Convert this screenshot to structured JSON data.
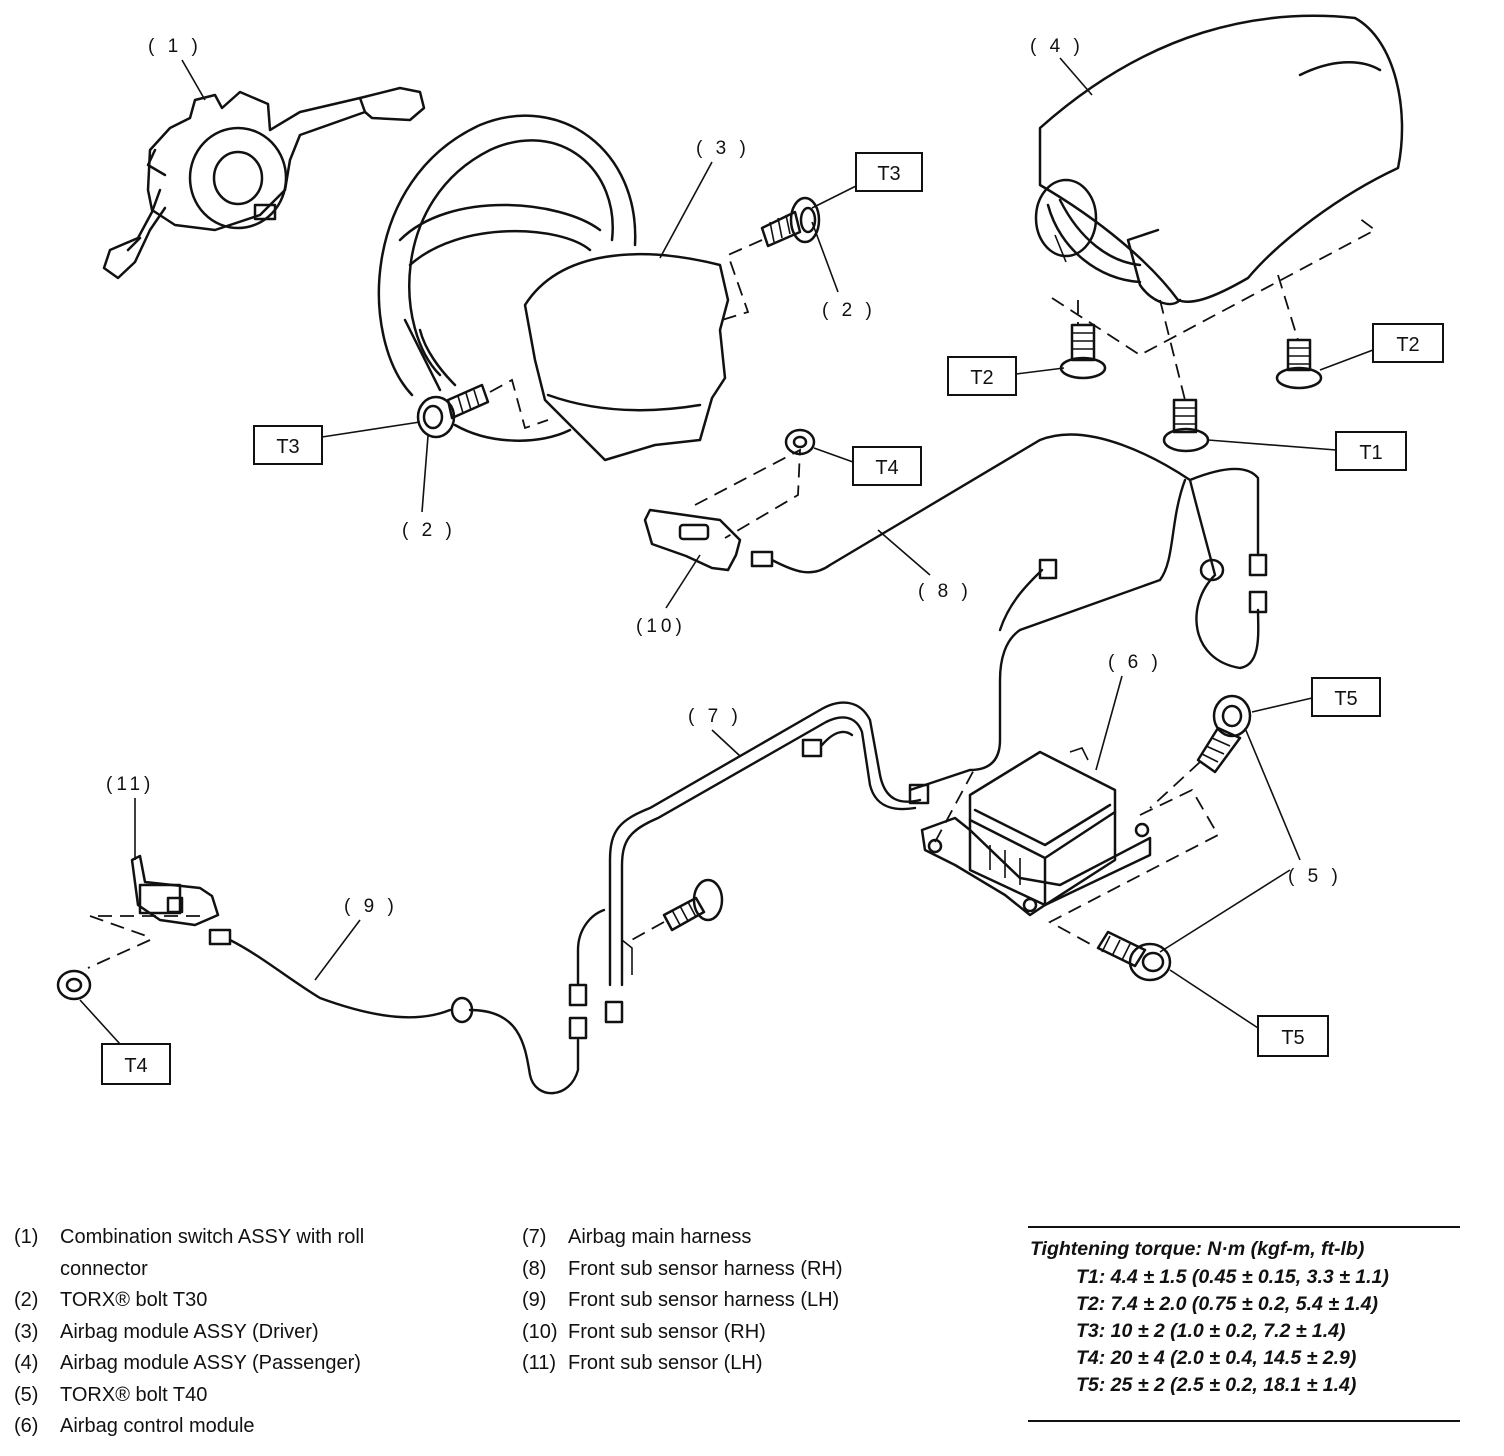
{
  "callouts": {
    "p1": "( 1 )",
    "p2a": "( 2 )",
    "p2b": "( 2 )",
    "p3": "( 3 )",
    "p4": "( 4 )",
    "p5": "( 5 )",
    "p6": "( 6 )",
    "p7": "( 7 )",
    "p8": "( 8 )",
    "p9": "( 9 )",
    "p10": "(10)",
    "p11": "(11)"
  },
  "torque_tags": {
    "t3_top": "T3",
    "t3_left": "T3",
    "t4_mid": "T4",
    "t4_left": "T4",
    "t2_left": "T2",
    "t2_right": "T2",
    "t1": "T1",
    "t5_top": "T5",
    "t5_bottom": "T5"
  },
  "legend": [
    {
      "num": "(1)",
      "line1": "Combination switch ASSY with roll",
      "line2": "connector"
    },
    {
      "num": "(2)",
      "line1": "TORX® bolt T30"
    },
    {
      "num": "(3)",
      "line1": "Airbag module ASSY (Driver)"
    },
    {
      "num": "(4)",
      "line1": "Airbag module ASSY (Passenger)"
    },
    {
      "num": "(5)",
      "line1": "TORX® bolt T40"
    },
    {
      "num": "(6)",
      "line1": "Airbag control module"
    },
    {
      "num": "(7)",
      "line1": "Airbag main harness"
    },
    {
      "num": "(8)",
      "line1": "Front sub sensor harness (RH)"
    },
    {
      "num": "(9)",
      "line1": "Front sub sensor harness (LH)"
    },
    {
      "num": "(10)",
      "line1": "Front sub sensor (RH)"
    },
    {
      "num": "(11)",
      "line1": "Front sub sensor (LH)"
    }
  ],
  "torque_spec": {
    "heading": "Tightening torque: N·m (kgf-m, ft-lb)",
    "rows": [
      "T1: 4.4 ± 1.5 (0.45 ± 0.15, 3.3 ± 1.1)",
      "T2: 7.4 ± 2.0 (0.75 ± 0.2, 5.4 ± 1.4)",
      "T3: 10 ± 2 (1.0 ± 0.2, 7.2 ± 1.4)",
      "T4: 20 ± 4 (2.0 ± 0.4, 14.5 ± 2.9)",
      "T5: 25 ± 2 (2.5 ± 0.2, 18.1 ± 1.4)"
    ]
  }
}
